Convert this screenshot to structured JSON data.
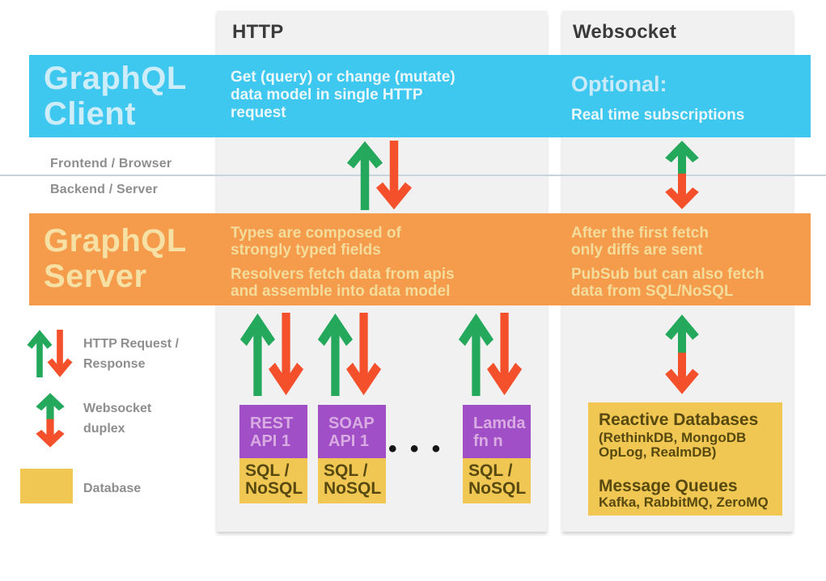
{
  "columns": {
    "http": "HTTP",
    "websocket": "Websocket"
  },
  "layers": {
    "frontend": "Frontend / Browser",
    "backend": "Backend / Server"
  },
  "client_band": {
    "title": "GraphQL\nClient",
    "http_note": "Get (query) or change (mutate)\ndata model in single HTTP\nrequest",
    "ws_title": "Optional:",
    "ws_note": "Real time subscriptions"
  },
  "server_band": {
    "title": "GraphQL\nServer",
    "http_note_1": "Types are composed of\nstrongly typed fields",
    "http_note_2": "Resolvers fetch data from apis\nand assemble into data model",
    "ws_note_1": "After the first fetch\nonly diffs are sent",
    "ws_note_2": "PubSub but can also fetch\ndata from SQL/NoSQL"
  },
  "api_boxes": [
    {
      "name": "REST\nAPI 1",
      "db": "SQL /\nNoSQL"
    },
    {
      "name": "SOAP\nAPI 1",
      "db": "SQL /\nNoSQL"
    },
    {
      "name": "Lamda\nfn n",
      "db": "SQL /\nNoSQL"
    }
  ],
  "ellipsis": "• • •",
  "reactive_box": {
    "title_1": "Reactive Databases",
    "sub_1": "(RethinkDB, MongoDB\nOpLog, RealmDB)",
    "title_2": "Message Queues",
    "sub_2": "Kafka, RabbitMQ, ZeroMQ"
  },
  "legend": {
    "http_label": "HTTP Request /\nResponse",
    "ws_label": "Websocket\nduplex",
    "db_label": "Database"
  },
  "colors": {
    "client_band": "#3EC7EF",
    "server_band": "#F59B4C",
    "database": "#F0C752",
    "api_box": "#A14FC6",
    "arrow_green": "#23A85C",
    "arrow_red": "#F4502B"
  }
}
